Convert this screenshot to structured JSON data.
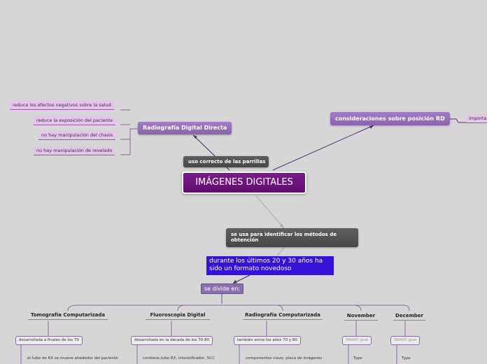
{
  "central": "IMÁGENES DIGITALES",
  "parrillas": "uso correcto de las parrillas",
  "radiografia_directa": {
    "label": "Radiografía Digital Directa",
    "items": [
      "reduce los efectos negativos sobre la salud",
      "reduce la exposición del paciente",
      "no hay manipulación del chasis",
      "no hay manipulación de revelado"
    ]
  },
  "consideraciones": "consideraciones sobre posición RD",
  "consideraciones_child": "importa",
  "metodos": "se usa para identificar los métodos de obtención",
  "formato": "durante los últimos 20 y 30 años ha sido un formato novedoso",
  "divide": "se divide en:",
  "branches": [
    {
      "title": "Tomografía Computarizada",
      "detail": "desarrollada a finales de los 70",
      "note": "el tubo de RX se mueve alrededor del paciente"
    },
    {
      "title": "Fluoroscopia Digital",
      "detail": "desarrollada en la década de los 70-80",
      "note": "contiene,tubo RX, intensificador, SCC"
    },
    {
      "title": "Radiografía Computarizada",
      "detail": "también entre los años 70 y 80",
      "note": "componentes clave: placa de imágenes"
    },
    {
      "title": "November",
      "detail": "SMART goal",
      "note": "Type"
    },
    {
      "title": "December",
      "detail": "SMART goal",
      "note": "Type"
    }
  ]
}
